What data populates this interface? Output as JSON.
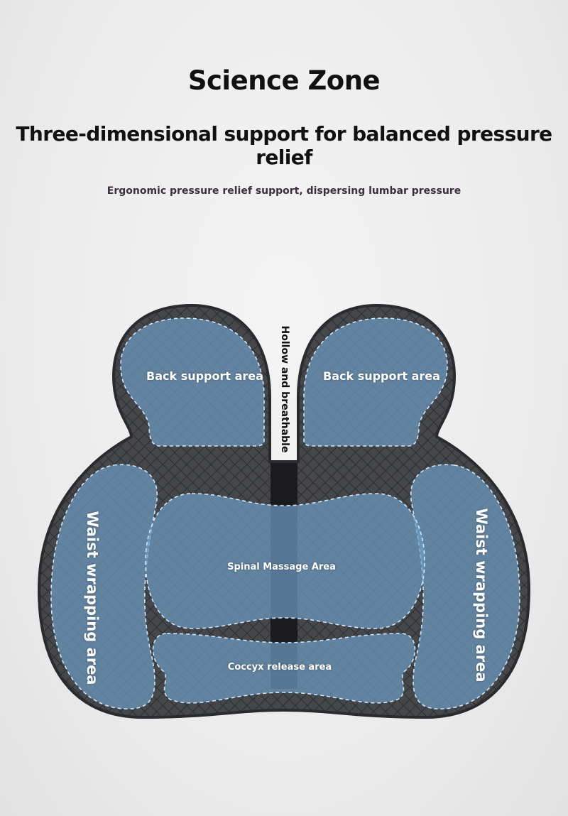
{
  "header": {
    "title": "Science Zone",
    "subtitle": "Three-dimensional support for balanced pressure relief",
    "tagline": "Ergonomic pressure relief support, dispersing lumbar pressure"
  },
  "labels": {
    "back_left": "Back support area",
    "back_right": "Back support area",
    "center_gap": "Hollow and breathable",
    "waist_left": "Waist wrapping area",
    "waist_right": "Waist wrapping area",
    "spinal": "Spinal Massage Area",
    "coccyx": "Coccyx release area"
  },
  "colors": {
    "cushion": "#3e3f42",
    "zone": "#6f9cc4",
    "stitch": "#cfe6fb",
    "text": "#111111"
  }
}
